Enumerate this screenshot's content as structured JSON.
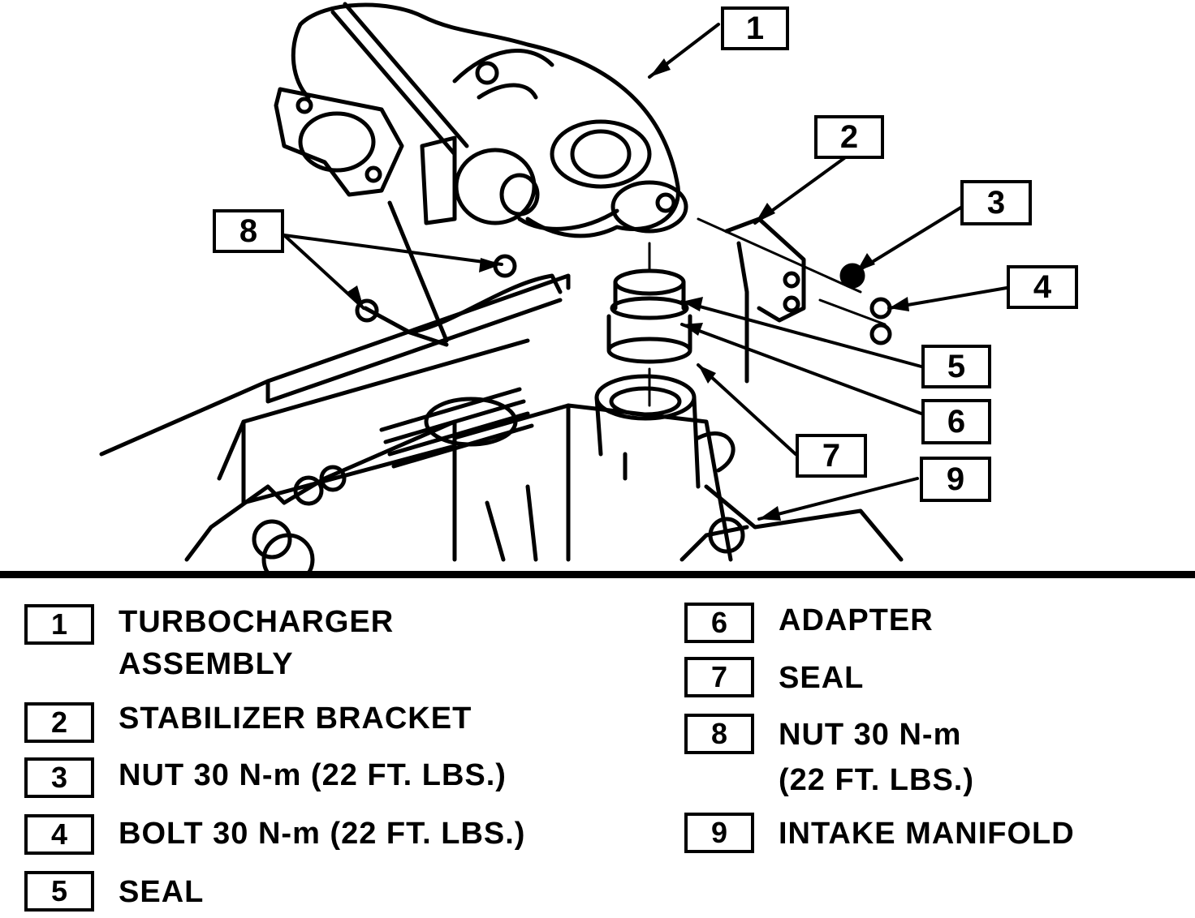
{
  "callouts": [
    "1",
    "2",
    "3",
    "4",
    "5",
    "6",
    "7",
    "8",
    "9"
  ],
  "legend_left": [
    {
      "num": "1",
      "line1": "TURBOCHARGER",
      "line2": "ASSEMBLY"
    },
    {
      "num": "2",
      "line1": "STABILIZER BRACKET",
      "line2": ""
    },
    {
      "num": "3",
      "line1": "NUT 30 N-m (22 FT. LBS.)",
      "line2": ""
    },
    {
      "num": "4",
      "line1": "BOLT 30 N-m (22 FT. LBS.)",
      "line2": ""
    },
    {
      "num": "5",
      "line1": "SEAL",
      "line2": ""
    }
  ],
  "legend_right": [
    {
      "num": "6",
      "line1": "ADAPTER",
      "line2": ""
    },
    {
      "num": "7",
      "line1": "SEAL",
      "line2": ""
    },
    {
      "num": "8",
      "line1": "NUT 30 N-m",
      "line2": "(22 FT. LBS.)"
    },
    {
      "num": "9",
      "line1": "INTAKE MANIFOLD",
      "line2": ""
    }
  ]
}
